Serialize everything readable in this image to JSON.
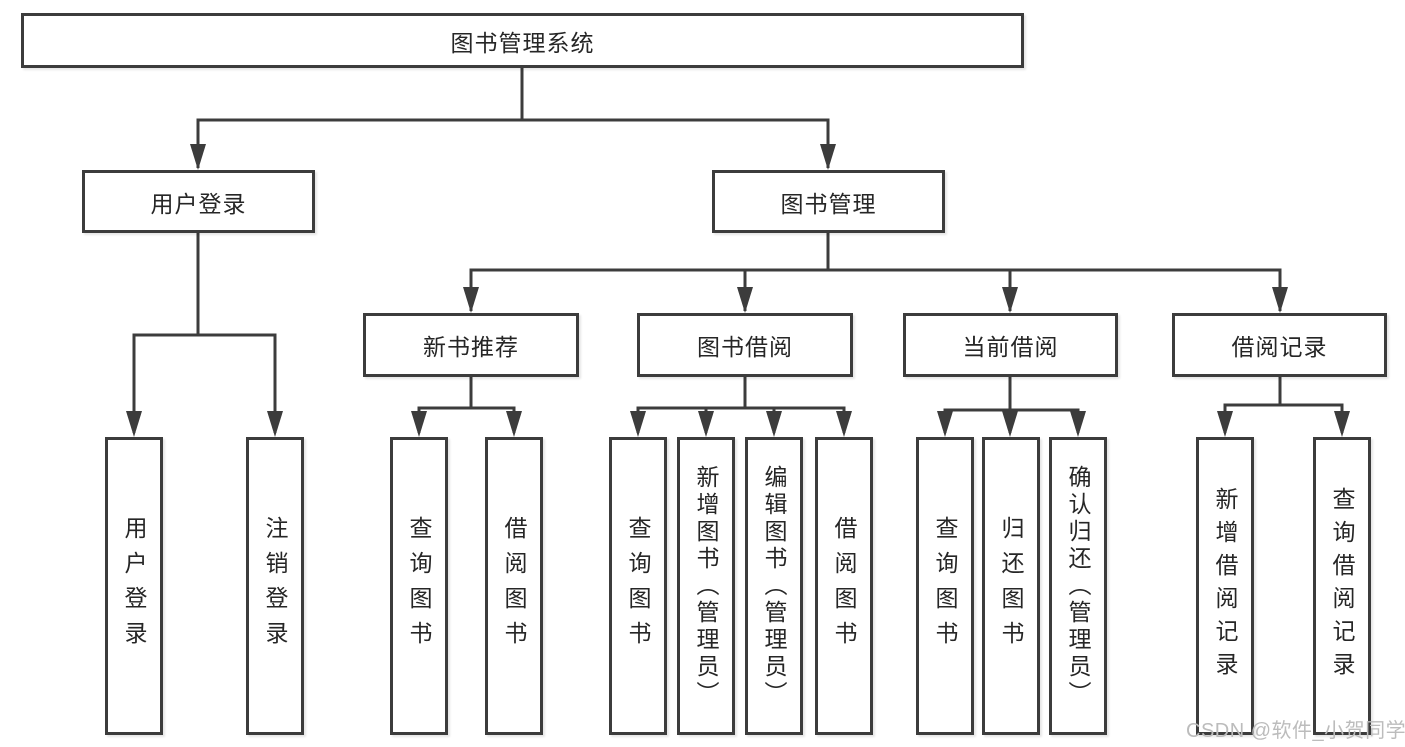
{
  "tree": {
    "root": {
      "label": "图书管理系统"
    },
    "children": [
      {
        "label": "用户登录",
        "children": [
          {
            "label": "用户登录"
          },
          {
            "label": "注销登录"
          }
        ]
      },
      {
        "label": "图书管理",
        "children": [
          {
            "label": "新书推荐",
            "children": [
              {
                "label": "查询图书"
              },
              {
                "label": "借阅图书"
              }
            ]
          },
          {
            "label": "图书借阅",
            "children": [
              {
                "label": "查询图书"
              },
              {
                "label": "新增图书（管理员）"
              },
              {
                "label": "编辑图书（管理员）"
              },
              {
                "label": "借阅图书"
              }
            ]
          },
          {
            "label": "当前借阅",
            "children": [
              {
                "label": "查询图书"
              },
              {
                "label": "归还图书"
              },
              {
                "label": "确认归还（管理员）"
              }
            ]
          },
          {
            "label": "借阅记录",
            "children": [
              {
                "label": "新增借阅记录"
              },
              {
                "label": "查询借阅记录"
              }
            ]
          }
        ]
      }
    ]
  },
  "watermark": "CSDN @软件_小贺同学",
  "colors": {
    "line": "#3c3c3c",
    "text": "#262626",
    "watermark": "#bcbcbc",
    "background": "#ffffff"
  }
}
